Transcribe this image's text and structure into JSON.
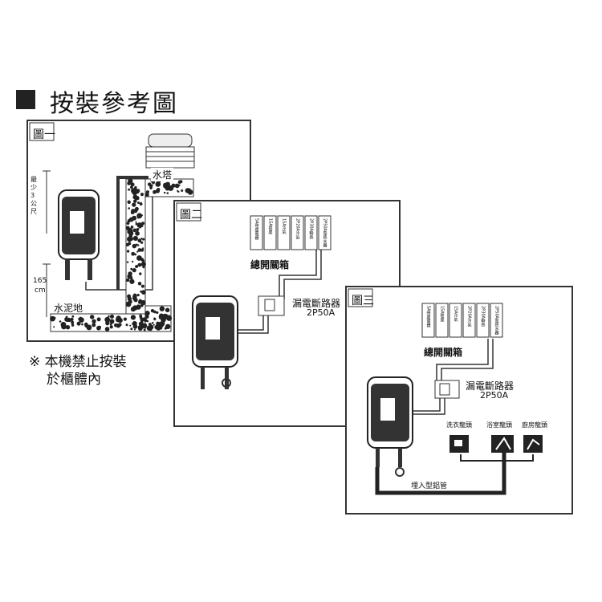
{
  "title": "按裝參考圖",
  "note_line1": "※ 本機禁止按裝",
  "note_line2": "於櫃體內",
  "fig1": {
    "label": "圖一",
    "tower": "水塔",
    "min_height": "最少3公尺",
    "height_165": "165",
    "unit_cm": "cm",
    "floor": "水泥地"
  },
  "fig2": {
    "label": "圖二",
    "main_box": "總開關箱",
    "breaker": "漏電斷路器",
    "breaker_spec": "2P50A",
    "switches": [
      "5A燈座電器",
      "15A插座",
      "15A冷氣",
      "2P20A冷氣",
      "2P30A瞬熱",
      "2P50A電熱水器"
    ]
  },
  "fig3": {
    "label": "圖三",
    "main_box": "總開關箱",
    "breaker": "漏電斷路器",
    "breaker_spec": "2P50A",
    "switches": [
      "5A燈座電器",
      "15A插座",
      "15A冷氣",
      "2P20A冷氣",
      "2P30A瞬熱",
      "2P50A電熱水器"
    ],
    "faucet1": "洗衣龍頭",
    "faucet2": "浴室龍頭",
    "faucet3": "廚房龍頭",
    "pipe": "埋入型鋁管"
  }
}
